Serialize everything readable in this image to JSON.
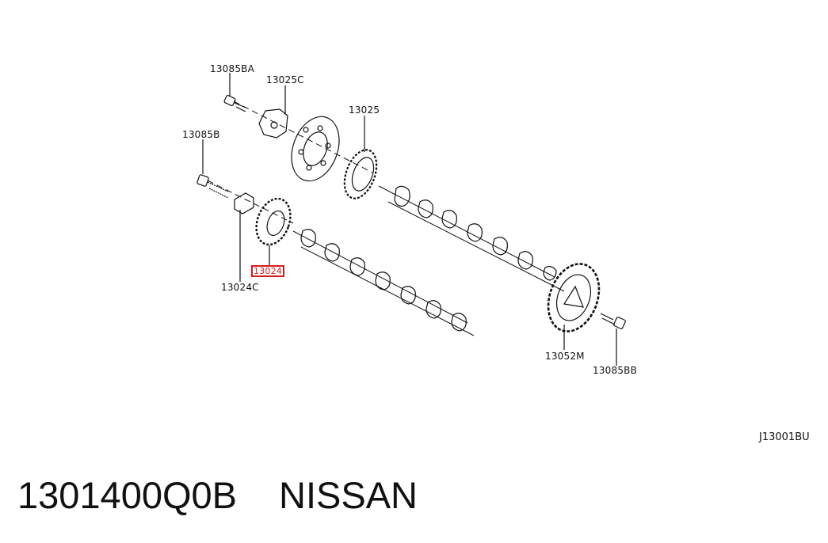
{
  "callouts": {
    "c13085BA": "13085BA",
    "c13025C": "13025C",
    "c13025": "13025",
    "c13085B": "13085B",
    "c13024": "13024",
    "c13024C": "13024C",
    "c13052M": "13052M",
    "c13085BB": "13085BB"
  },
  "diagram_ref": "J13001BU",
  "footer": {
    "part_number": "1301400Q0B",
    "brand": "NISSAN"
  },
  "colors": {
    "highlight": "#d61c1c",
    "ink": "#111111"
  }
}
